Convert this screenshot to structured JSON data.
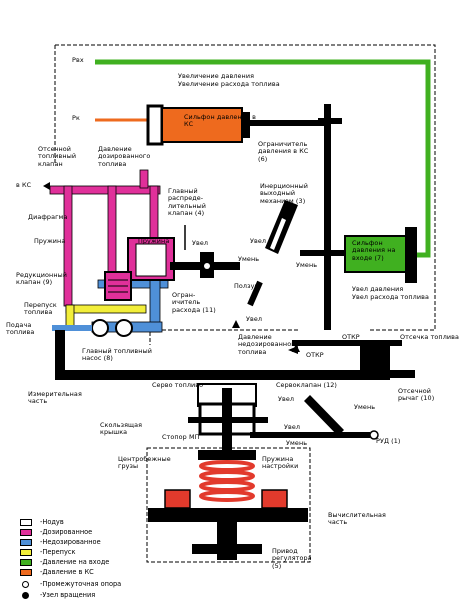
{
  "labels": {
    "pvx": "Pвх",
    "pk": "Pк",
    "uvel_davl_1": "Увеличение давления",
    "uvel_rashod_1": "Увеличение расхода топлива",
    "silfon_ks": "Сильфон давления в\nКС",
    "ogran_davl": "Ограничитель\nдавления в КС\n(6)",
    "otsechn_klapan": "Отсечной\nтопливный\nклапан",
    "davl_dozir": "Давление\nдозированного\nтоплива",
    "v_ks": "в КС",
    "glavn_raspred": "Главный\nраспреде-\nлительный\nклапан (4)",
    "inerc_mehanizm": "Инерционный\nвыходный\nмеханизм (3)",
    "diafragma": "Диафрагма",
    "pruzhina1": "Пружина",
    "pruzhina2": "Пружина",
    "uvel_a": "Увел",
    "umen_a": "Умень",
    "uvel_b": "Увел",
    "umen_b": "Умень",
    "silfon_vhod": "Сильфон\nдавления на\nвходе (7)",
    "redukc": "Редукционный\nклапан (9)",
    "perepusk": "Перепуск\nтоплива",
    "podacha": "Подача\nтоплива",
    "polzun": "Ползун",
    "ogran_rashoda": "Огран-\nичитель\nрасхода (11)",
    "uvel_davl_2": "Увел давления",
    "uvel_rashod_2": "Увел расхода топлива",
    "uvel_c": "Увел",
    "davl_nedoz": "Давление\nнедозированного\nтоплива",
    "otkr_1": "ОТКР",
    "otkr_2": "ОТКР",
    "otsechka": "Отсечка топлива",
    "glavn_nasos": "Главный топливный\nнасос (8)",
    "izmer_chast": "Измерительная\nчасть",
    "servo_toplivo": "Серво топливо",
    "servoklapan": "Сервоклапан (12)",
    "otsechn_rychag": "Отсечной\nрычаг (10)",
    "uvel_d": "Увел",
    "umen_d": "Умень",
    "skolz_kryshka": "Скользящая\nкрышка",
    "stopor_mp": "Стопор МП",
    "uvel_e": "Увел",
    "umen_e": "Умень",
    "rud": "РУД (1)",
    "centrob_gruzy": "Центробежные\nгрузы",
    "pruzh_nastr": "Пружина\nнастройки",
    "vychisl_chast": "Вычислительная\nчасть",
    "privod_reg": "Привод\nрегулятора\n(5)"
  },
  "legend": [
    {
      "color": "#ffffff",
      "label": "-Нодув"
    },
    {
      "color": "#e0309a",
      "label": "-Дозированное"
    },
    {
      "color": "#4f90d8",
      "label": "-Недозированное"
    },
    {
      "color": "#f2ee3a",
      "label": "-Перепуск"
    },
    {
      "color": "#40b020",
      "label": "-Давление на входе"
    },
    {
      "color": "#ee6a1e",
      "label": "-Давление в КС"
    }
  ],
  "legend_symbols": [
    {
      "icon": "pivot-support-icon",
      "label": "-Промежуточная опора"
    },
    {
      "icon": "rotation-node-icon",
      "label": "-Узел вращения"
    }
  ],
  "colors": {
    "metered": "#e0309a",
    "unmetered": "#4f90d8",
    "bypass": "#f2ee3a",
    "inlet_pressure": "#40b020",
    "chamber_pressure": "#ee6a1e",
    "body": "#000000",
    "spring": "#e23a2c"
  }
}
